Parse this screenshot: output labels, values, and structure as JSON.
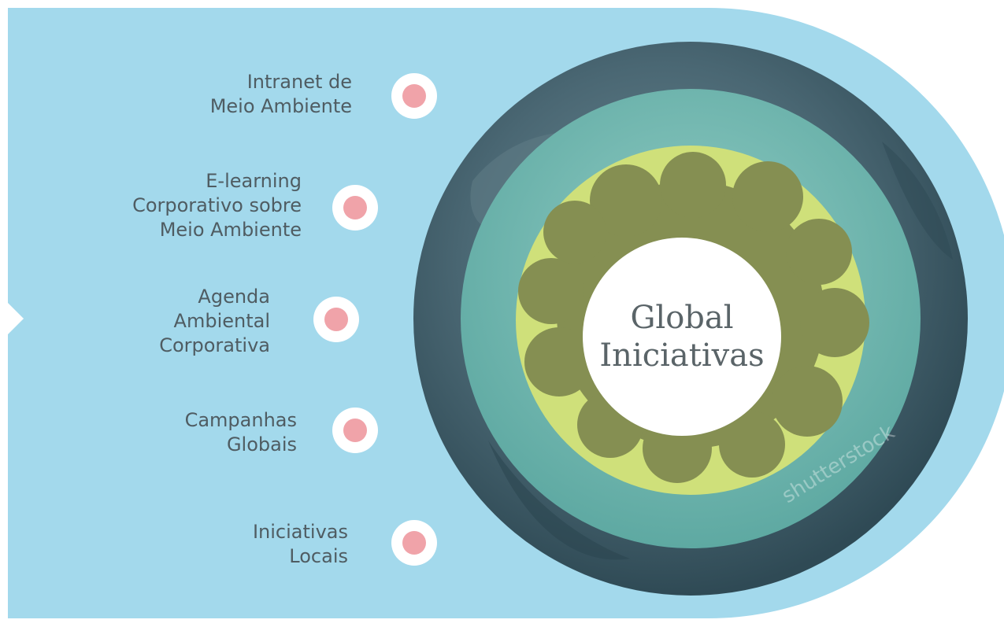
{
  "diagram": {
    "center_label": [
      "Global",
      "Iniciativas"
    ],
    "items": [
      {
        "lines": [
          "Intranet de",
          "Meio Ambiente"
        ]
      },
      {
        "lines": [
          "E-learning",
          "Corporativo sobre",
          "Meio Ambiente"
        ]
      },
      {
        "lines": [
          "Agenda",
          "Ambiental",
          "Corporativa"
        ]
      },
      {
        "lines": [
          "Campanhas",
          "Globais"
        ]
      },
      {
        "lines": [
          "Iniciativas",
          "Locais"
        ]
      }
    ],
    "watermark": "shutterstock"
  },
  "colors": {
    "panel": "#a3d9ec",
    "globe_outer": "#3f5d69",
    "teal_ring": "#6db8b0",
    "yellow_ring": "#cfe07a",
    "tree": "#7f8a4c",
    "center": "#ffffff",
    "marker_dot": "#f0a3a9",
    "text": "#4f5c62"
  }
}
